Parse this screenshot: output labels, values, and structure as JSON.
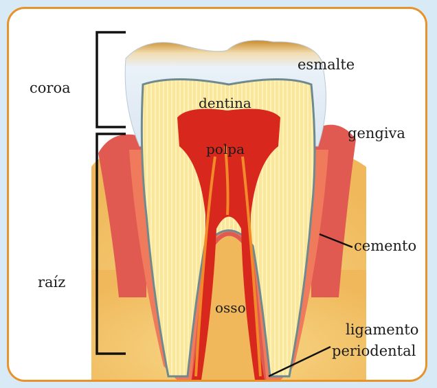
{
  "labels": {
    "crown": "coroa",
    "root": "raíz",
    "enamel": "esmalte",
    "dentin": "dentina",
    "pulp": "polpa",
    "gum": "gengiva",
    "cementum": "cemento",
    "bone": "osso",
    "ligament_line1": "ligamento",
    "ligament_line2": "periodental"
  },
  "colors": {
    "frame_border": "#e8922a",
    "background": "#d8eaf6",
    "enamel": "#e4eef7",
    "dentin": "#fbe79a",
    "pulp": "#d8281e",
    "gum": "#e05a52",
    "bone": "#f3c46a",
    "cementum": "#6f8a8e"
  }
}
